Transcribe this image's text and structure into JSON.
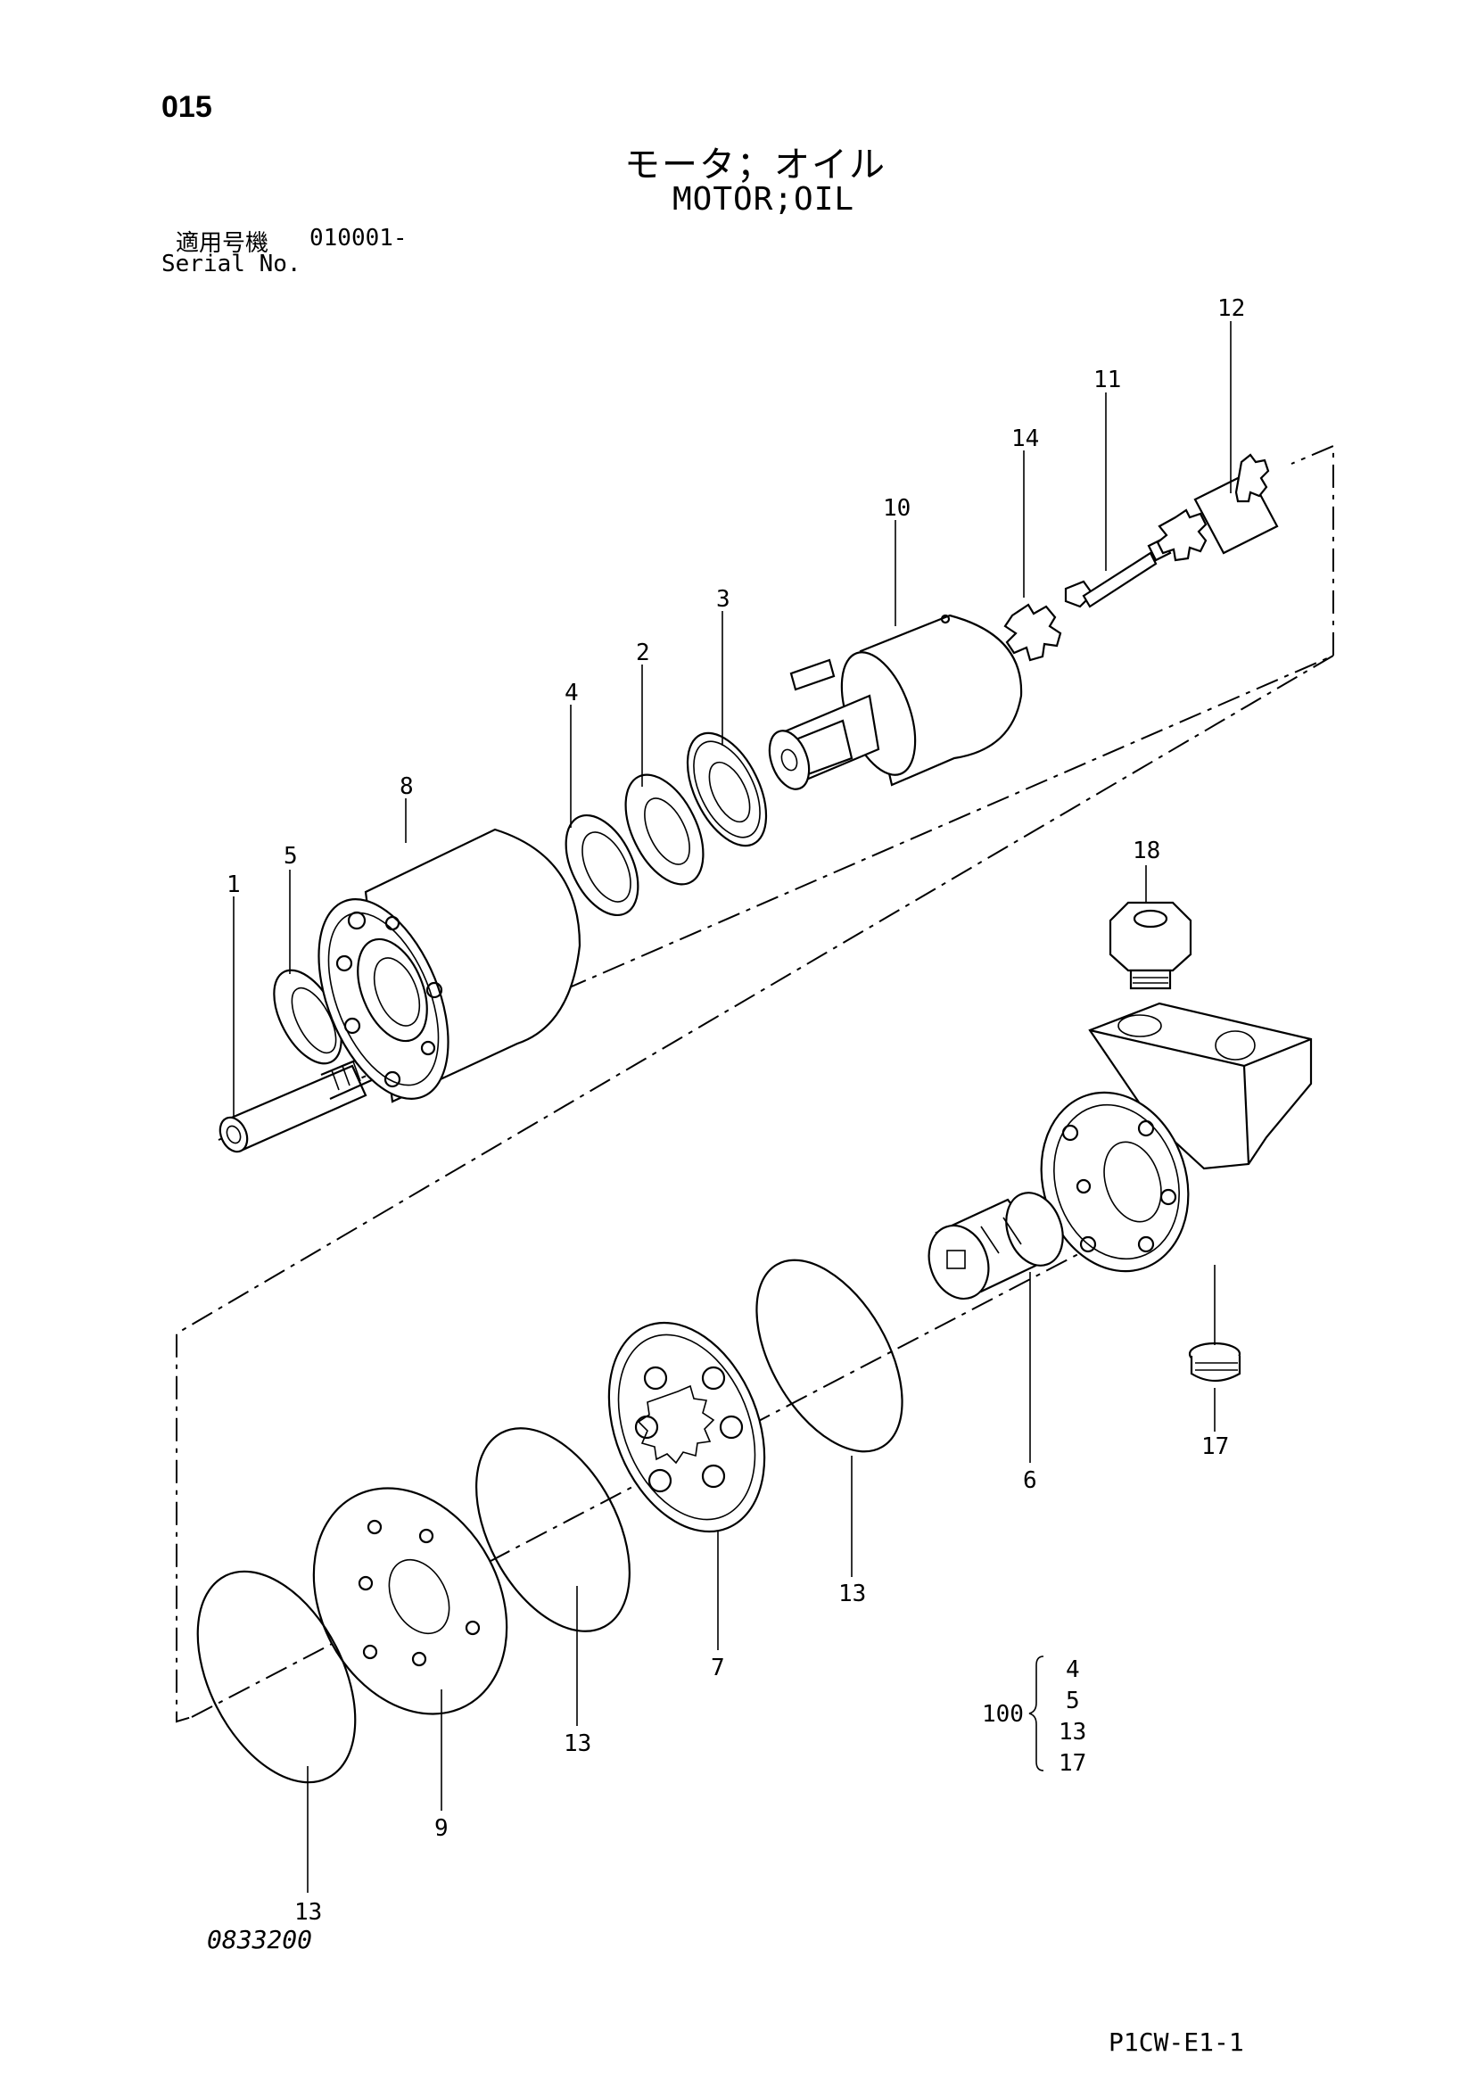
{
  "page": {
    "page_number": "015",
    "title_jp": "モータ；オイル",
    "title_en": "MOTOR;OIL",
    "serial_label_jp": "適用号機",
    "serial_value": "010001-",
    "serial_label_en": "Serial No.",
    "drawing_number": "0833200",
    "sheet_code": "P1CW-E1-1"
  },
  "callouts": {
    "c1": "1",
    "c2": "2",
    "c3": "3",
    "c4": "4",
    "c5": "5",
    "c6": "6",
    "c7": "7",
    "c8": "8",
    "c9": "9",
    "c10": "10",
    "c11": "11",
    "c12": "12",
    "c13a": "13",
    "c13b": "13",
    "c13c": "13",
    "c14": "14",
    "c17": "17",
    "c18": "18"
  },
  "kit": {
    "label": "100",
    "items": [
      "4",
      "5",
      "13",
      "17"
    ]
  }
}
